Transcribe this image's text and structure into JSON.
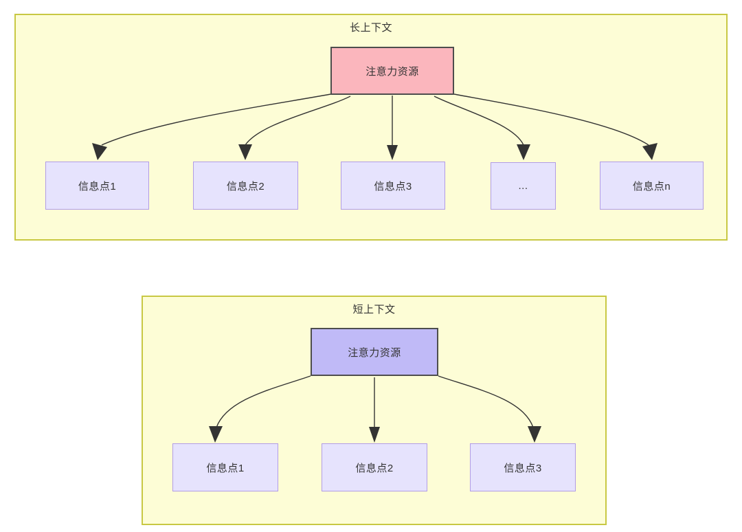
{
  "diagram": {
    "type": "attention-allocation-comparison",
    "groups": [
      {
        "id": "long-context",
        "title": "长上下文",
        "root": {
          "label": "注意力资源",
          "fill": "#fbb6bd",
          "stroke": "#4d4d4d"
        },
        "leaves": [
          {
            "label": "信息点1"
          },
          {
            "label": "信息点2"
          },
          {
            "label": "信息点3"
          },
          {
            "label": "..."
          },
          {
            "label": "信息点n"
          }
        ],
        "container": {
          "fill": "#fdfdd6",
          "stroke": "#c8c843"
        }
      },
      {
        "id": "short-context",
        "title": "短上下文",
        "root": {
          "label": "注意力资源",
          "fill": "#c0baf7",
          "stroke": "#4d4d4d"
        },
        "leaves": [
          {
            "label": "信息点1"
          },
          {
            "label": "信息点2"
          },
          {
            "label": "信息点3"
          }
        ],
        "container": {
          "fill": "#fdfdd6",
          "stroke": "#c8c843"
        }
      }
    ],
    "leaf_style": {
      "fill": "#e6e3fd",
      "stroke": "#b19ce6"
    },
    "edge_color": "#333333"
  }
}
